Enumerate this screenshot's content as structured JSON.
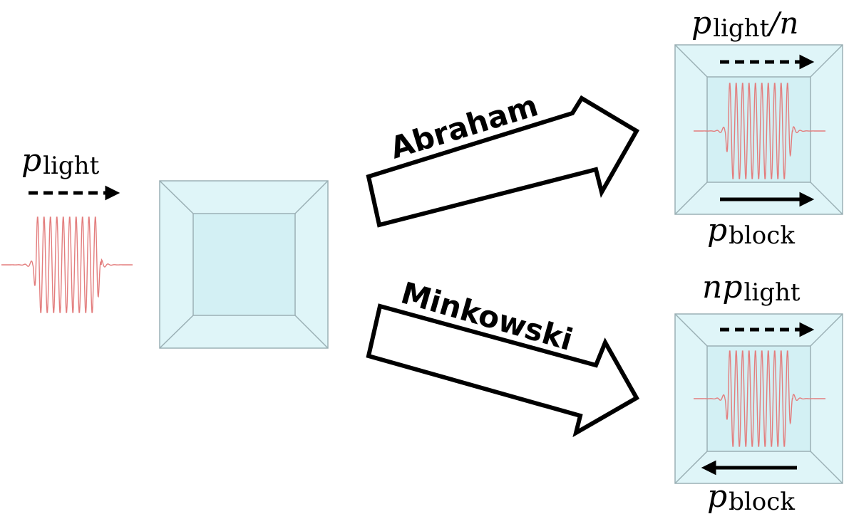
{
  "incoming": {
    "label_main": "p",
    "label_sub": "light"
  },
  "arrows": {
    "abraham": "Abraham",
    "minkowski": "Minkowski"
  },
  "abraham_result": {
    "light_label_main": "p",
    "light_label_sub": "light",
    "light_label_suffix": "/n",
    "block_label_main": "p",
    "block_label_sub": "block",
    "block_direction": "forward"
  },
  "minkowski_result": {
    "light_label_prefix": "n",
    "light_label_main": "p",
    "light_label_sub": "light",
    "block_label_main": "p",
    "block_label_sub": "block",
    "block_direction": "backward"
  },
  "colors": {
    "block_fill": "#dff5f8",
    "block_inner_fill": "#d3f0f4",
    "block_edge": "#9bb0b5",
    "wave": "#e37d7d",
    "ink": "#000000"
  }
}
